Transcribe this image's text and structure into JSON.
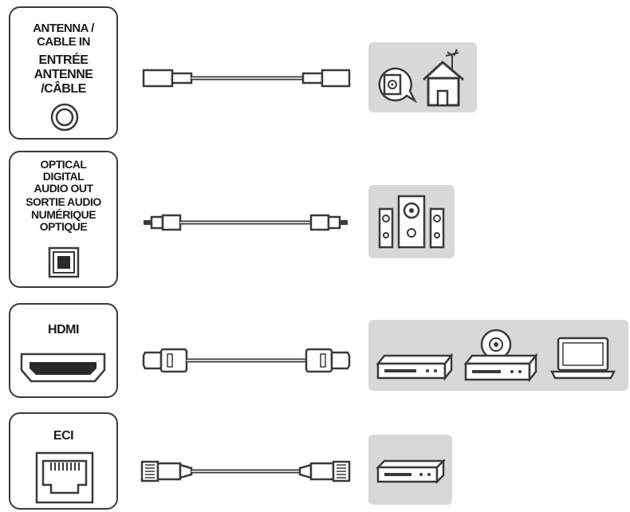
{
  "rows": [
    {
      "id": "antenna",
      "port_lines": [
        "ANTENNA /",
        "CABLE IN",
        "ENTRÉE",
        "ANTENNE",
        "/CÂBLE"
      ],
      "port_icon": "coaxial-connector-icon",
      "cable_icon": "coaxial-cable-icon",
      "devices": [
        "wall-outlet-icon",
        "house-antenna-icon"
      ]
    },
    {
      "id": "optical",
      "port_lines": [
        "OPTICAL",
        "DIGITAL",
        "AUDIO OUT",
        "SORTIE AUDIO",
        "NUMÉRIQUE",
        "OPTIQUE"
      ],
      "port_icon": "optical-port-icon",
      "cable_icon": "optical-cable-icon",
      "devices": [
        "speaker-system-icon"
      ]
    },
    {
      "id": "hdmi",
      "port_lines": [
        "HDMI"
      ],
      "port_icon": "hdmi-port-icon",
      "cable_icon": "hdmi-cable-icon",
      "devices": [
        "dvd-player-icon",
        "disc-player-icon",
        "laptop-icon"
      ]
    },
    {
      "id": "eci",
      "port_lines": [
        "ECI"
      ],
      "port_icon": "ethernet-port-icon",
      "cable_icon": "ethernet-cable-icon",
      "devices": [
        "set-top-box-icon"
      ]
    }
  ],
  "colors": {
    "outline": "#3a3a3a",
    "panel": "#d8d8d8",
    "icon_fill": "#ffffff"
  }
}
